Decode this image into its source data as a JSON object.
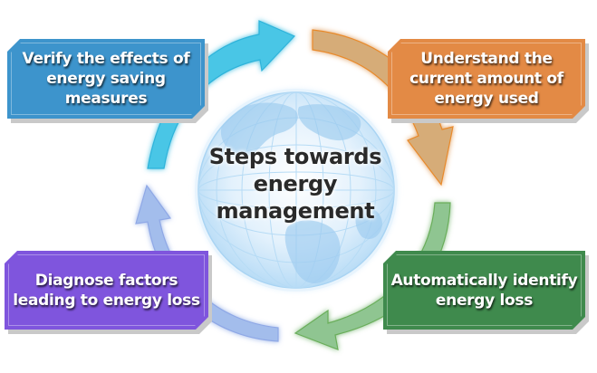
{
  "diagram": {
    "title": "Steps towards energy management",
    "center": {
      "lines": [
        "Steps towards",
        "energy",
        "management"
      ],
      "icon": "globe-icon"
    },
    "steps": [
      {
        "id": "understand",
        "lines": [
          "Understand the",
          "current amount of",
          "energy used"
        ],
        "color": "#e38a45",
        "arrow_color": "#d6ac78",
        "arrow_stroke": "#e98a2a",
        "position": "top-right"
      },
      {
        "id": "auto",
        "lines": [
          "Automatically identify",
          "energy loss"
        ],
        "color": "#3f8a4d",
        "arrow_color": "#8fc591",
        "arrow_stroke": "#6aae5a",
        "position": "bottom-right"
      },
      {
        "id": "diagnose",
        "lines": [
          "Diagnose factors",
          "leading to energy loss"
        ],
        "color": "#7f55dd",
        "arrow_color": "#a3bdec",
        "arrow_stroke": "#8fa8e6",
        "position": "bottom-left"
      },
      {
        "id": "verify",
        "lines": [
          "Verify the effects of",
          "energy saving",
          "measures"
        ],
        "color": "#3d94cc",
        "arrow_color": "#48c6e6",
        "arrow_stroke": "#2fb3da",
        "position": "top-left"
      }
    ],
    "flow_direction": "clockwise"
  }
}
